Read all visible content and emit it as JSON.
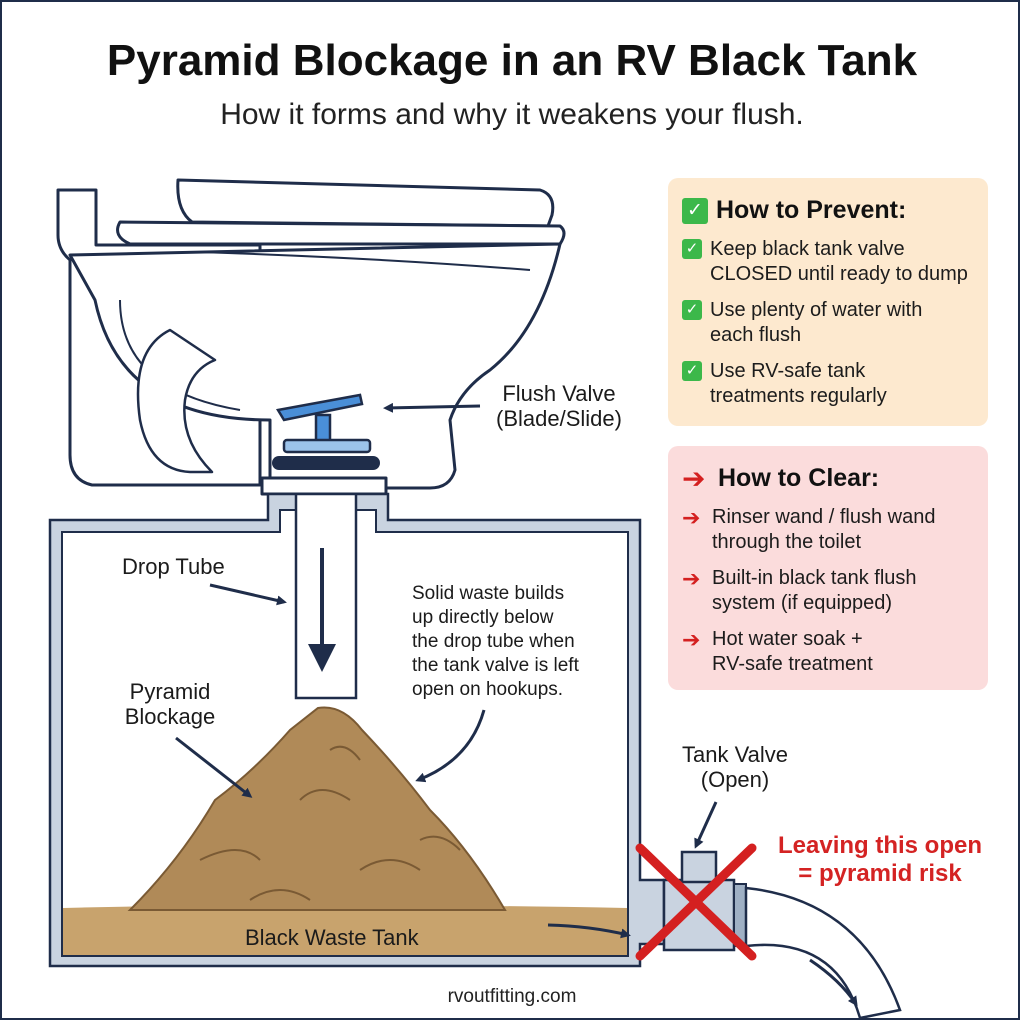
{
  "header": {
    "title": "Pyramid Blockage in an RV Black Tank",
    "subtitle": "How it forms and why it weakens your flush."
  },
  "labels": {
    "flush_valve": "Flush Valve",
    "flush_valve_sub": "(Blade/Slide)",
    "drop_tube": "Drop Tube",
    "pyramid": "Pyramid",
    "pyramid_sub": "Blockage",
    "explanation": [
      "Solid waste builds",
      "up directly below",
      "the drop tube when",
      "the tank valve is left",
      "open on hookups."
    ],
    "tank_valve": "Tank Valve",
    "tank_valve_sub": "(Open)",
    "black_waste_tank": "Black Waste Tank",
    "warning_line1": "Leaving this open",
    "warning_line2": "= pyramid risk"
  },
  "prevent": {
    "heading": "How to Prevent:",
    "icon": "check-icon",
    "items": [
      {
        "line1": "Keep black tank valve",
        "line2": "CLOSED until ready to dump"
      },
      {
        "line1": "Use plenty of water with",
        "line2": "each flush"
      },
      {
        "line1": "Use RV-safe tank",
        "line2": "treatments regularly"
      }
    ]
  },
  "clear": {
    "heading": "How to Clear:",
    "icon": "arrow-right-icon",
    "items": [
      {
        "line1": "Rinser wand / flush wand",
        "line2": "through the toilet"
      },
      {
        "line1": "Built-in black tank flush",
        "line2": "system (if equipped)"
      },
      {
        "line1": "Hot water soak +",
        "line2": "RV-safe treatment"
      }
    ]
  },
  "footer": {
    "credit": "rvoutfitting.com"
  },
  "colors": {
    "outline": "#1f2d4a",
    "tank_wall": "#c9d3e0",
    "waste": "#b08a58",
    "waste_dark": "#7a5a34",
    "valve_blue": "#4a8fd8",
    "check_green": "#3cb84a",
    "alert_red": "#d42020",
    "prevent_bg": "#fde9cf",
    "clear_bg": "#fbdcdc"
  }
}
